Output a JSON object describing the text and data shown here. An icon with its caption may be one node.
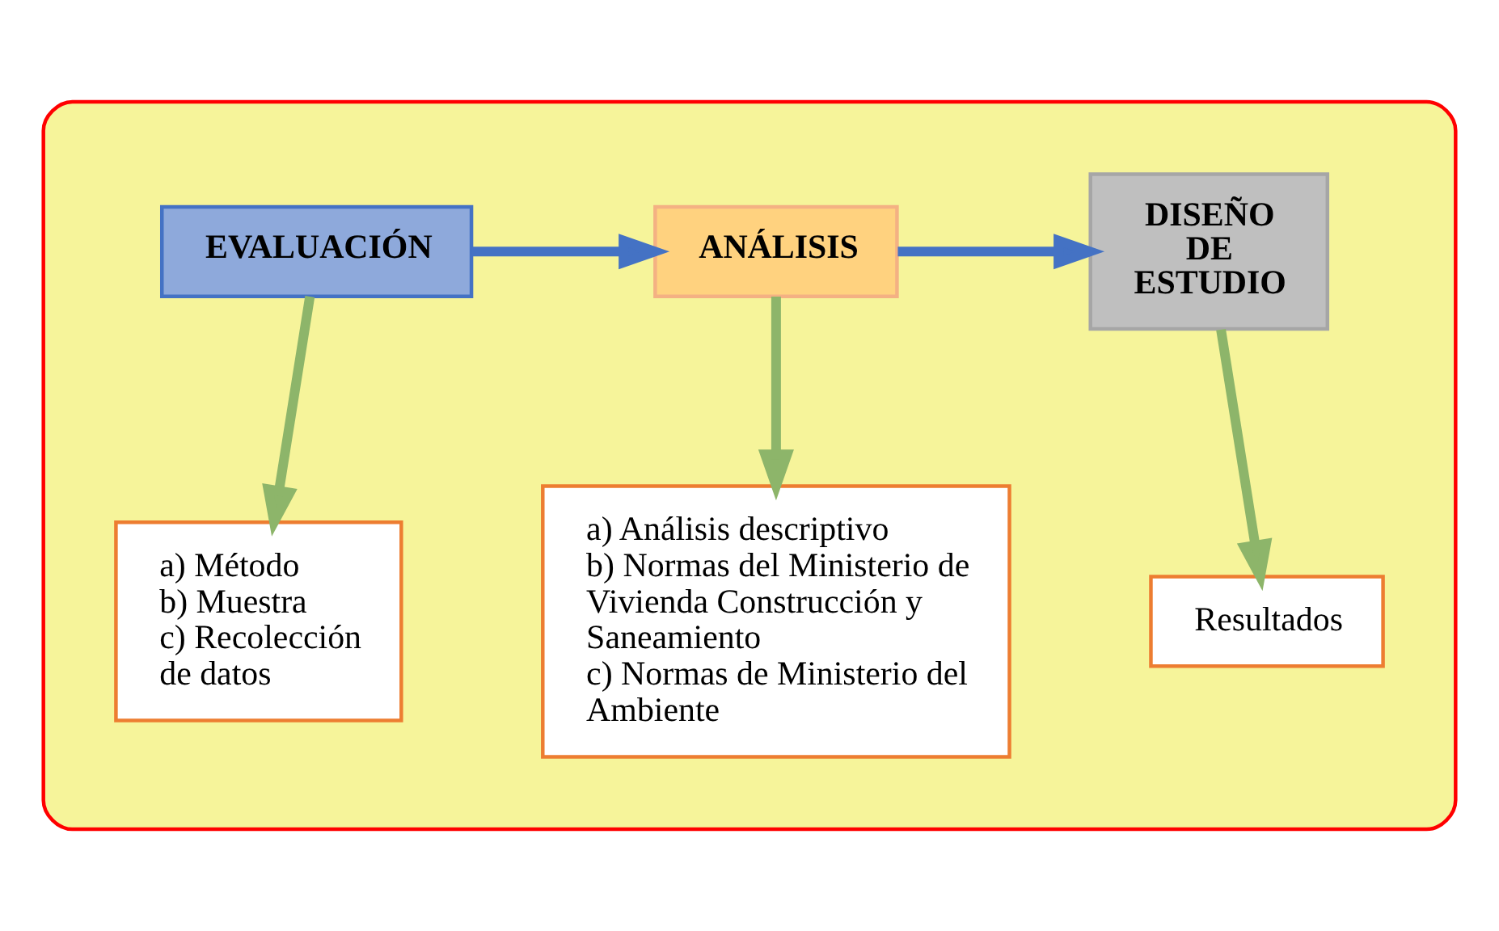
{
  "diagram": {
    "nodes": [
      {
        "text": [],
        "shape": "box"
      },
      {
        "text": [
          "EVALUACIÓN"
        ],
        "in": 0
      },
      {
        "text": [
          "ANÁLISIS"
        ],
        "in": 0
      },
      {
        "text": [
          "DISEÑO DE ESTUDIO"
        ],
        "in": 0
      },
      {
        "text": [
          "a) Método",
          "b) Muestra",
          "c) Recolección de datos"
        ],
        "in": 0
      },
      {
        "text": [
          "a) Análisis descriptivo",
          "b) Normas del Ministerio de Vivienda Construcción y Saneamiento",
          "c) Normas de Ministerio del Ambiente"
        ],
        "in": 0
      },
      {
        "text": [
          "Resultados"
        ],
        "in": 0
      }
    ],
    "edges": [
      {
        "from": 1,
        "to": 2,
        "arrow": "to",
        "color": "#4472c4"
      },
      {
        "from": 2,
        "to": 3,
        "arrow": "to",
        "color": "#4472c4"
      },
      {
        "from": 1,
        "to": 4,
        "arrow": "to"
      },
      {
        "from": 2,
        "to": 5,
        "arrow": "to"
      },
      {
        "from": 3,
        "to": 6,
        "arrow": "to"
      }
    ]
  }
}
